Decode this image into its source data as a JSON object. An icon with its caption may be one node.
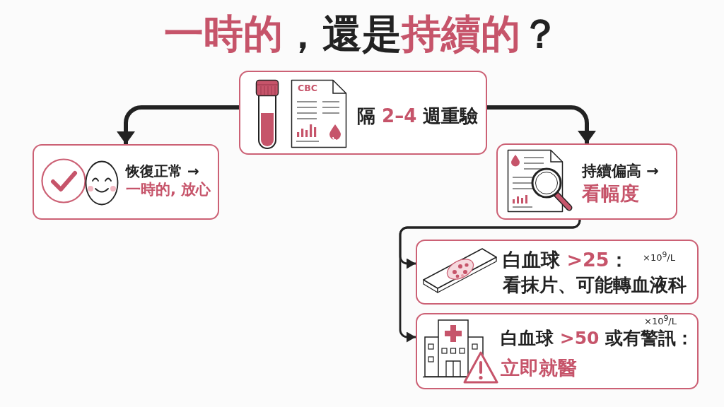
{
  "diagram": {
    "title": "**一時的**，還是**持續的**？",
    "nodes": [
      {
        "text": [
          "CBC",
          "隔 **2–4** 週重驗"
        ]
      },
      {
        "text": [
          "恢復正常 →",
          "一時的, 放心"
        ]
      },
      {
        "text": [
          "持續偏高 →",
          "看幅度"
        ]
      },
      {
        "text": [
          "白血球 **>25**：",
          "×10$^{9}$/L",
          "看抹片、可能轉血液科"
        ]
      },
      {
        "text": [
          "×10$^{9}$/L",
          "白血球 **>50** 或有警訊：",
          "立即就醫"
        ]
      }
    ],
    "edges": [
      {
        "from": 0,
        "to": 1,
        "arrow": "to",
        "style": "thick"
      },
      {
        "from": 0,
        "to": 2,
        "arrow": "to",
        "style": "thick"
      },
      {
        "from": 2,
        "to": 3,
        "arrow": "to"
      },
      {
        "from": 2,
        "to": 4,
        "arrow": "to"
      }
    ]
  }
}
